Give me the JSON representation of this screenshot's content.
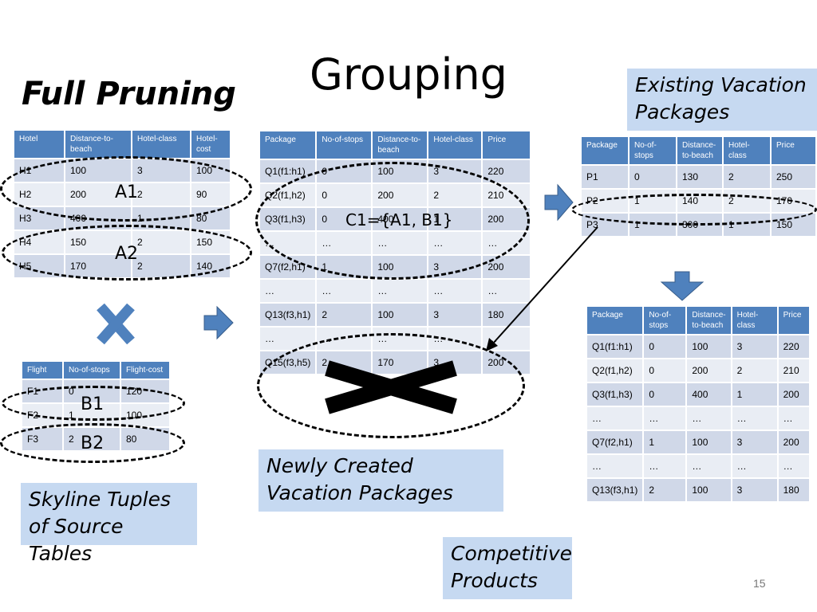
{
  "slide": {
    "title": "Grouping",
    "subtitle": "Full Pruning",
    "page_number": "15"
  },
  "notes": {
    "existing": "Existing Vacation Packages",
    "new": "Newly Created Vacation Packages",
    "skyline": "Skyline Tuples of Source Tables",
    "competitive": "Competitive Products"
  },
  "labels": {
    "a1": "A1",
    "a2": "A2",
    "b1": "B1",
    "b2": "B2",
    "c1": "C1={A1, B1}"
  },
  "hotel_table": {
    "headers": [
      "Hotel",
      "Distance-to-beach",
      "Hotel-class",
      "Hotel-cost"
    ],
    "rows": [
      [
        "H1",
        "100",
        "3",
        "100"
      ],
      [
        "H2",
        "200",
        "2",
        "90"
      ],
      [
        "H3",
        "400",
        "1",
        "80"
      ],
      [
        "H4",
        "150",
        "2",
        "150"
      ],
      [
        "H5",
        "170",
        "2",
        "140"
      ]
    ]
  },
  "flight_table": {
    "headers": [
      "Flight",
      "No-of-stops",
      "Flight-cost"
    ],
    "rows": [
      [
        "F1",
        "0",
        "120"
      ],
      [
        "F2",
        "1",
        "100"
      ],
      [
        "F3",
        "2",
        "80"
      ]
    ]
  },
  "package_table": {
    "headers": [
      "Package",
      "No-of-stops",
      "Distance-to-beach",
      "Hotel-class",
      "Price"
    ],
    "rows": [
      [
        "Q1(f1:h1)",
        "0",
        "100",
        "3",
        "220"
      ],
      [
        "Q2(f1,h2)",
        "0",
        "200",
        "2",
        "210"
      ],
      [
        "Q3(f1,h3)",
        "0",
        "400",
        "1",
        "200"
      ],
      [
        "…",
        "…",
        "…",
        "…",
        "…"
      ],
      [
        "Q7(f2,h1)",
        "1",
        "100",
        "3",
        "200"
      ],
      [
        "…",
        "…",
        "…",
        "…",
        "…"
      ],
      [
        "Q13(f3,h1)",
        "2",
        "100",
        "3",
        "180"
      ],
      [
        "…",
        "…",
        "…",
        "…",
        "…"
      ],
      [
        "Q15(f3,h5)",
        "2",
        "170",
        "3",
        "200"
      ]
    ]
  },
  "existing_table": {
    "headers": [
      "Package",
      "No-of-stops",
      "Distance-to-beach",
      "Hotel-class",
      "Price"
    ],
    "rows": [
      [
        "P1",
        "0",
        "130",
        "2",
        "250"
      ],
      [
        "P2",
        "1",
        "140",
        "2",
        "170"
      ],
      [
        "P3",
        "1",
        "300",
        "1",
        "150"
      ]
    ]
  },
  "competitive_table": {
    "headers": [
      "Package",
      "No-of-stops",
      "Distance-to-beach",
      "Hotel-class",
      "Price"
    ],
    "rows": [
      [
        "Q1(f1:h1)",
        "0",
        "100",
        "3",
        "220"
      ],
      [
        "Q2(f1,h2)",
        "0",
        "200",
        "2",
        "210"
      ],
      [
        "Q3(f1,h3)",
        "0",
        "400",
        "1",
        "200"
      ],
      [
        "…",
        "…",
        "…",
        "…",
        "…"
      ],
      [
        "Q7(f2,h1)",
        "1",
        "100",
        "3",
        "200"
      ],
      [
        "…",
        "…",
        "…",
        "…",
        "…"
      ],
      [
        "Q13(f3,h1)",
        "2",
        "100",
        "3",
        "180"
      ]
    ]
  },
  "colors": {
    "header_blue": "#4f81bd",
    "note_blue": "#c6d9f1",
    "row_dark": "#d0d8e8",
    "row_light": "#e9edf4",
    "arrow_blue": "#4f81bd"
  }
}
